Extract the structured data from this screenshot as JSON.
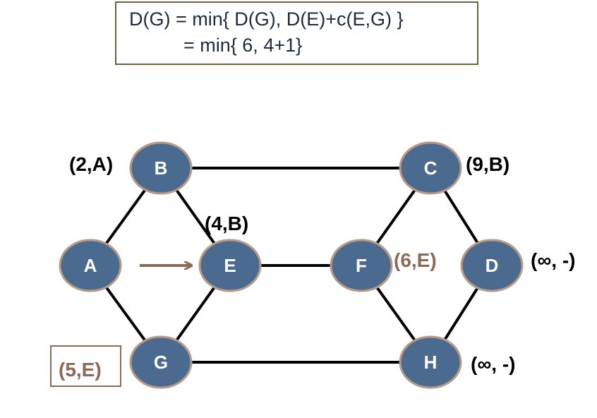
{
  "formula": {
    "line1": "D(G) = min{ D(G), D(E)+c(E,G) }",
    "line2": "= min{ 6, 4+1}"
  },
  "colors": {
    "node_fill": "#4a6a90",
    "node_stroke": "#b89a86",
    "edge": "#000000",
    "arrow": "#8a6a58",
    "highlight_text": "#8a6a58",
    "text": "#000000",
    "formula_border": "#6b6440"
  },
  "nodes": {
    "A": "A",
    "B": "B",
    "C": "C",
    "D": "D",
    "E": "E",
    "F": "F",
    "G": "G",
    "H": "H"
  },
  "annotations": {
    "A": "",
    "B": "(2,A)",
    "C": "(9,B)",
    "D": "(∞, -)",
    "E": "(4,B)",
    "F": "(6,E)",
    "G": "(5,E)",
    "H": "(∞, -)"
  },
  "edges": [
    [
      "A",
      "B"
    ],
    [
      "A",
      "G"
    ],
    [
      "B",
      "E"
    ],
    [
      "B",
      "C"
    ],
    [
      "E",
      "G"
    ],
    [
      "E",
      "F"
    ],
    [
      "G",
      "H"
    ],
    [
      "C",
      "F"
    ],
    [
      "C",
      "D"
    ],
    [
      "F",
      "H"
    ],
    [
      "D",
      "H"
    ]
  ],
  "arrow": {
    "from": "A",
    "to": "E"
  }
}
